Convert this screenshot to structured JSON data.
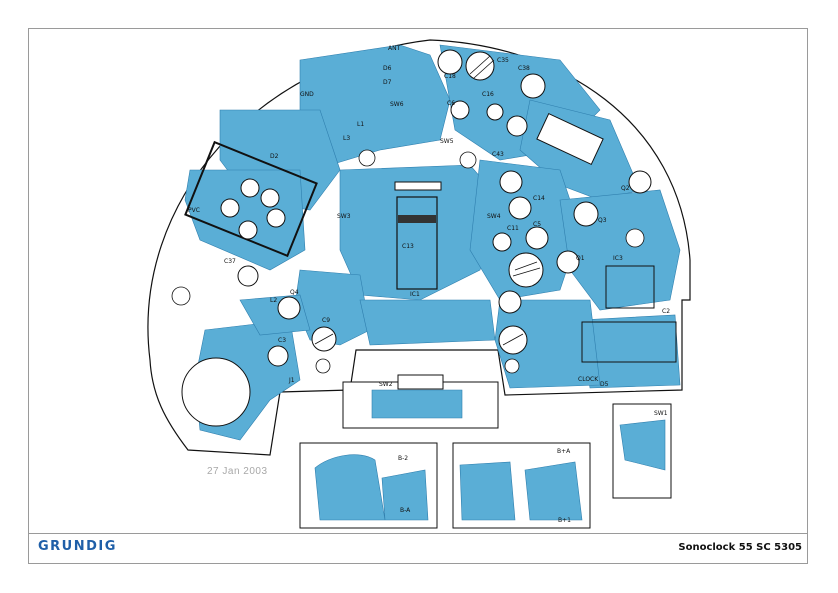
{
  "brand": "GRUNDIG",
  "model": "Sonoclock 55 SC 5305",
  "date_stamp": "27 Jan 2003",
  "colors": {
    "copper": "#5aaed6",
    "board_outline": "#111111",
    "frame": "#9a9a9a",
    "brand": "#1f5fa8"
  },
  "labels": {
    "ant": "ANT",
    "gnd": "GND",
    "d6": "D6",
    "d7": "D7",
    "c18": "C18",
    "c35": "C35",
    "c38": "C38",
    "c6": "C6",
    "c16": "C16",
    "l1": "L1",
    "l3": "L3",
    "sw6": "SW6",
    "sw5": "SW5",
    "c43": "C43",
    "d2": "D2",
    "pvc": "PVC",
    "c37": "C37",
    "sw3": "SW3",
    "c13": "C13",
    "ic1": "IC1",
    "c14": "C14",
    "sw4": "SW4",
    "c11": "C11",
    "c5": "C5",
    "q1": "Q1",
    "q2": "Q2",
    "q3": "Q3",
    "ic3": "IC3",
    "c2": "C2",
    "l2": "L2",
    "q4": "Q4",
    "c9": "C9",
    "c3": "C3",
    "j1": "J1",
    "sw2": "SW2",
    "clock": "CLOCK",
    "d5": "D5",
    "sw1": "SW1",
    "b2": "B-2",
    "ba": "B-A",
    "bpa": "B+A",
    "bp1": "B+1"
  }
}
